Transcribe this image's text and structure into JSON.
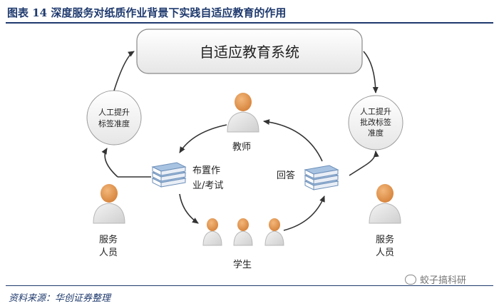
{
  "figure_title": "图表 14 深度服务对纸质作业背景下实践自适应教育的作用",
  "source": "资料来源：华创证券整理",
  "watermark": "蛟子搞科研",
  "system_box": "自适应教育系统",
  "left_circle": [
    "人工提升",
    "标签准度"
  ],
  "right_circle": [
    "人工提升",
    "批改标签",
    "准度"
  ],
  "teacher_label": "教师",
  "assign_label": [
    "布置作",
    "业/考试"
  ],
  "answer_label": "回答",
  "student_label": "学生",
  "service_left": [
    "服务",
    "人员"
  ],
  "service_right": [
    "服务",
    "人员"
  ],
  "colors": {
    "person_head": "#e0954e",
    "person_body": "#e4e4e4",
    "arrow": "#333333",
    "docs": "#9fbcdc",
    "title": "#1f3a6e"
  }
}
